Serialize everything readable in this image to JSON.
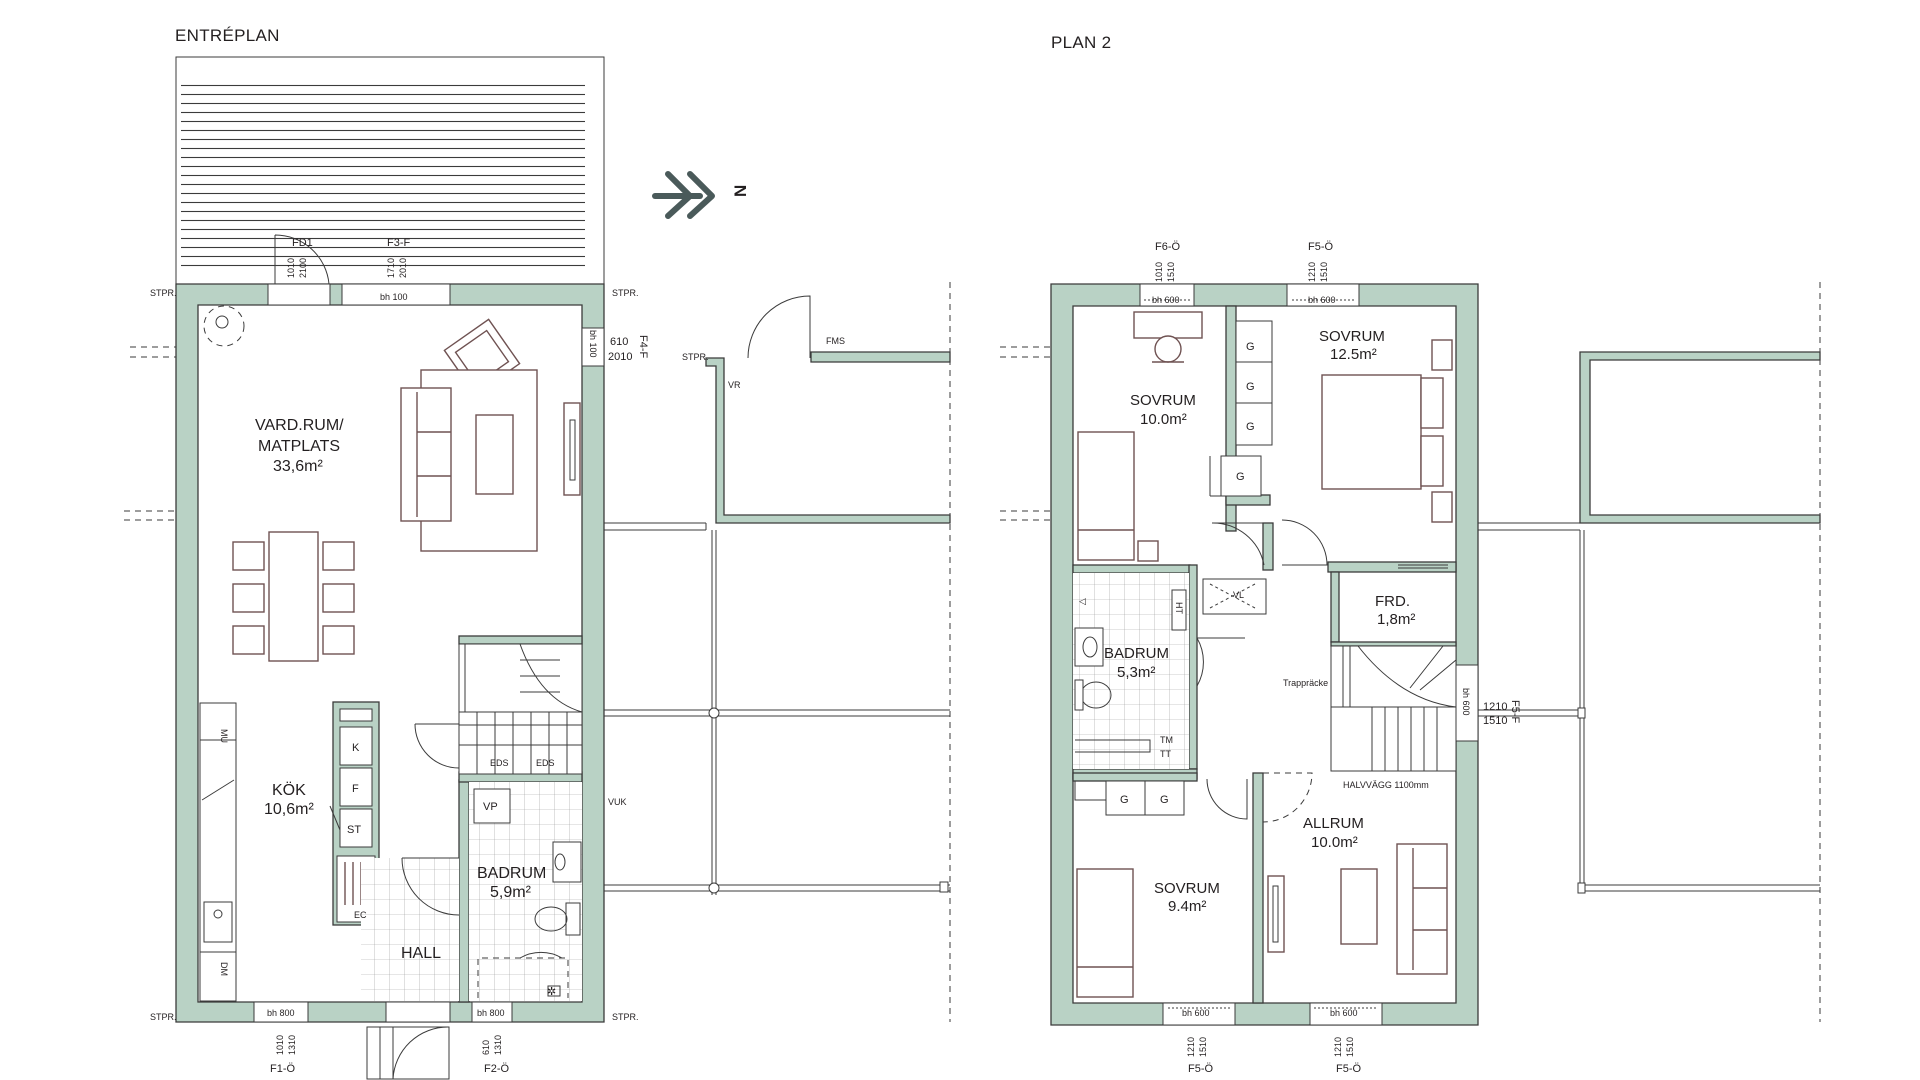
{
  "titles": {
    "ground": "ENTRÉPLAN",
    "upper": "PLAN 2"
  },
  "compass": {
    "label": "N"
  },
  "ground": {
    "rooms": {
      "living_name1": "VARD.RUM/",
      "living_name2": "MATPLATS",
      "living_area": "33,6m²",
      "kitchen_name": "KÖK",
      "kitchen_area": "10,6m²",
      "bath_name": "BADRUM",
      "bath_area": "5,9m²",
      "hall_name": "HALL"
    },
    "fixtures": {
      "k": "K",
      "f": "F",
      "st": "ST",
      "mu": "MU",
      "dm": "DM",
      "vp": "VP",
      "eds1": "EDS",
      "eds2": "EDS",
      "ec": "EC"
    },
    "windows": {
      "fd1_code": "FD1",
      "fd1_dims1": "1010",
      "fd1_dims2": "2100",
      "f3_code": "F3-F",
      "f3_dims1": "1710",
      "f3_dims2": "2010",
      "f3_bh": "bh 100",
      "f4_code": "F4-F",
      "f4_dims1": "610",
      "f4_dims2": "2010",
      "f4_bh": "bh 100",
      "f1_code": "F1-Ö",
      "f1_dims1": "1010",
      "f1_dims2": "1310",
      "f1_bh": "bh 800",
      "f2_code": "F2-Ö",
      "f2_dims1": "610",
      "f2_dims2": "1310",
      "f2_bh": "bh 800"
    },
    "outside": {
      "vr": "VR",
      "fms": "FMS",
      "vuk": "VUK"
    },
    "stpr": [
      "STPR.",
      "STPR.",
      "STPR.",
      "STPR.",
      "STPR."
    ]
  },
  "upper": {
    "rooms": {
      "bed1_name": "SOVRUM",
      "bed1_area": "10.0m²",
      "bed2_name": "SOVRUM",
      "bed2_area": "12.5m²",
      "frd_name": "FRD.",
      "frd_area": "1,8m²",
      "bath_name": "BADRUM",
      "bath_area": "5,3m²",
      "bed3_name": "SOVRUM",
      "bed3_area": "9.4m²",
      "allrum_name": "ALLRUM",
      "allrum_area": "10.0m²"
    },
    "fixtures": {
      "g1": "G",
      "g2": "G",
      "g3": "G",
      "g4": "G",
      "g5": "G",
      "g6": "G",
      "ht": "HT",
      "tm": "TM",
      "tt": "TT",
      "vl": "VL",
      "trappracke": "Trappräcke",
      "halvvagg": "HALVVÄGG 1100mm"
    },
    "windows": {
      "f6_code": "F6-Ö",
      "f6_dims1": "1010",
      "f6_dims2": "1510",
      "f6_bh": "bh 600",
      "f5a_code": "F5-Ö",
      "f5a_dims1": "1210",
      "f5a_dims2": "1510",
      "f5a_bh": "bh 600",
      "f5f_code": "F5-F",
      "f5f_dims1": "1210",
      "f5f_dims2": "1510",
      "f5f_bh": "bh 600",
      "f5b_code": "F5-Ö",
      "f5b_dims1": "1210",
      "f5b_dims2": "1510",
      "f5b_bh": "bh 600",
      "f5c_code": "F5-Ö",
      "f5c_dims1": "1210",
      "f5c_dims2": "1510",
      "f5c_bh": "bh 600"
    }
  },
  "colors": {
    "wall_fill": "#b9d2c5",
    "line": "#3b3b3b",
    "furniture": "#6f5252",
    "compass": "#4a5a5a"
  }
}
